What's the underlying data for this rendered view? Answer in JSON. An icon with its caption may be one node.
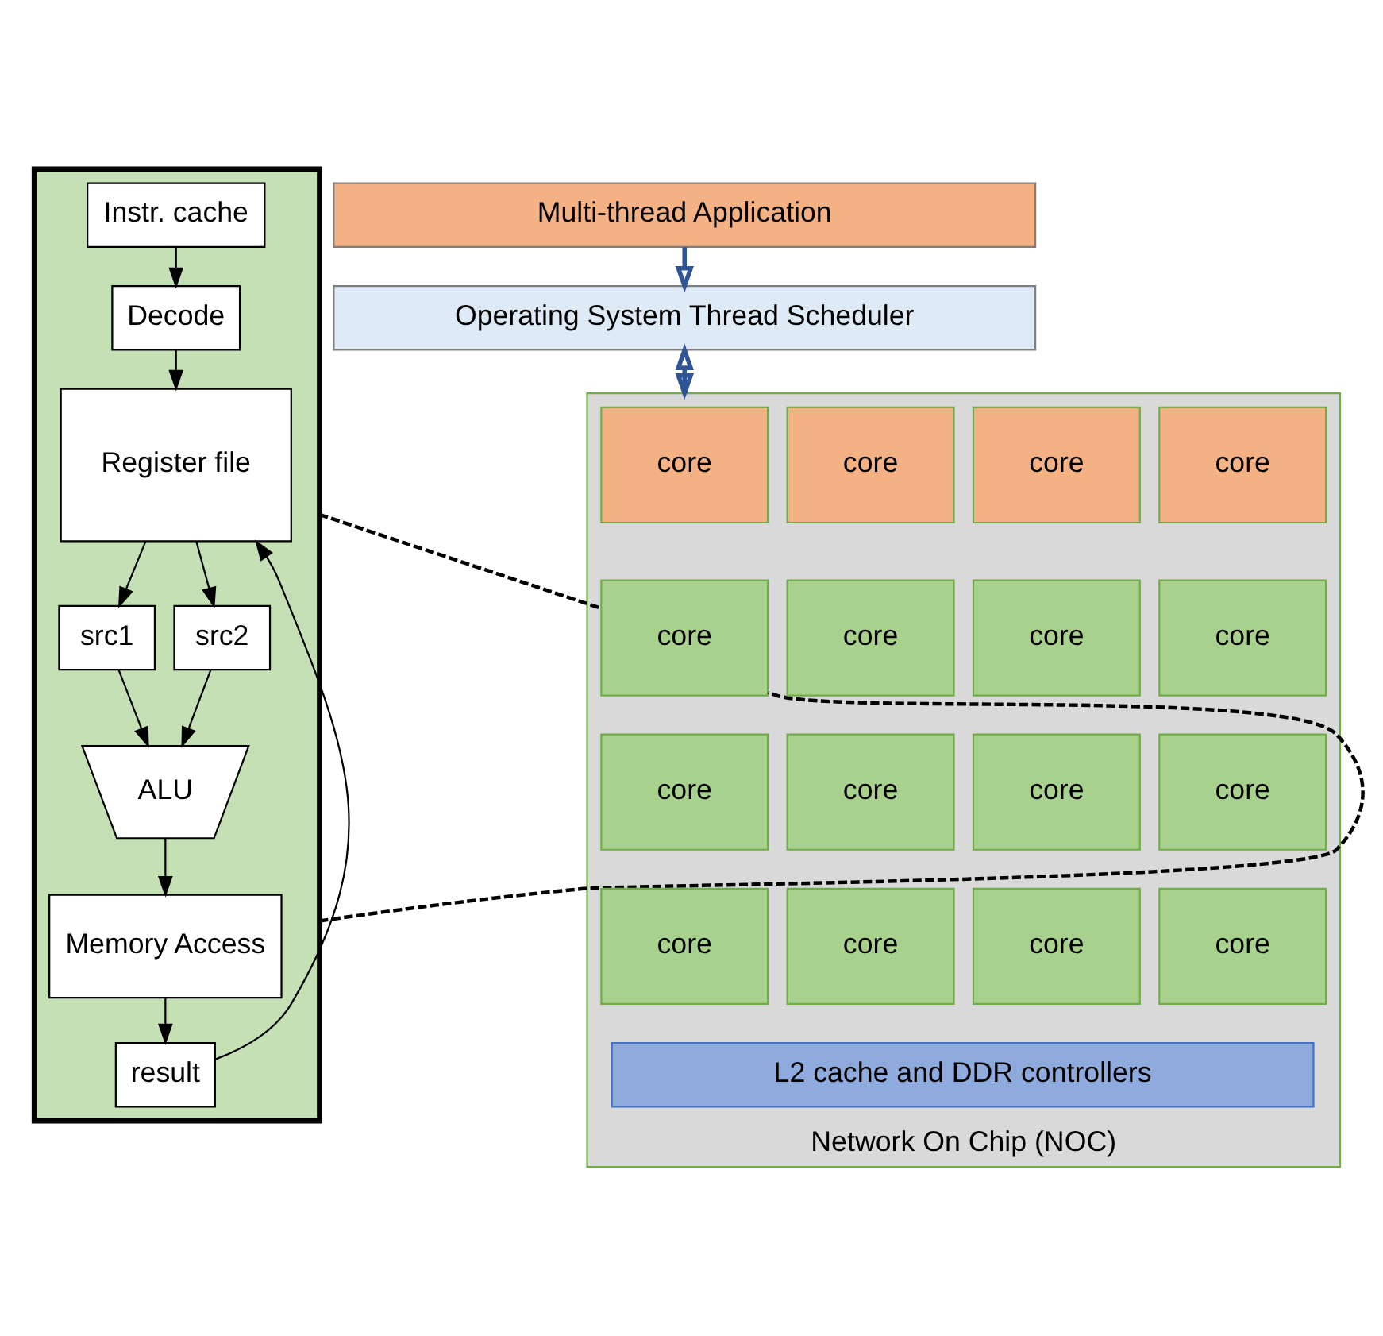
{
  "diagram": {
    "nodes": [
      {
        "text": [
          "Multi-thread Application"
        ]
      },
      {
        "text": [
          "Operating System Thread Scheduler"
        ]
      },
      {
        "text": [
          "Network On Chip (NOC)"
        ]
      },
      {
        "text": [
          "core"
        ],
        "in": 2
      },
      {
        "text": [
          "core"
        ],
        "in": 2
      },
      {
        "text": [
          "core"
        ],
        "in": 2
      },
      {
        "text": [
          "core"
        ],
        "in": 2
      },
      {
        "text": [
          "core"
        ],
        "in": 2
      },
      {
        "text": [
          "core"
        ],
        "in": 2
      },
      {
        "text": [
          "core"
        ],
        "in": 2
      },
      {
        "text": [
          "core"
        ],
        "in": 2
      },
      {
        "text": [
          "core"
        ],
        "in": 2
      },
      {
        "text": [
          "core"
        ],
        "in": 2
      },
      {
        "text": [
          "core"
        ],
        "in": 2
      },
      {
        "text": [
          "core"
        ],
        "in": 2
      },
      {
        "text": [
          "core"
        ],
        "in": 2
      },
      {
        "text": [
          "core"
        ],
        "in": 2
      },
      {
        "text": [
          "core"
        ],
        "in": 2
      },
      {
        "text": [
          "core"
        ],
        "in": 2
      },
      {
        "text": [
          "L2 cache and DDR controllers"
        ],
        "in": 2
      },
      {
        "text": [],
        "shape": "box"
      },
      {
        "text": [
          "Instr. cache"
        ],
        "in": 20
      },
      {
        "text": [
          "Decode"
        ],
        "in": 20
      },
      {
        "text": [
          "Register file"
        ],
        "in": 20
      },
      {
        "text": [
          "src1"
        ],
        "in": 20
      },
      {
        "text": [
          "src2"
        ],
        "in": 20
      },
      {
        "text": [
          "ALU"
        ],
        "in": 20
      },
      {
        "text": [
          "Memory Access"
        ],
        "in": 20
      },
      {
        "text": [
          "result"
        ],
        "in": 20
      }
    ],
    "edges": [
      {
        "from": 0,
        "to": 1,
        "arrow": "to",
        "style": "thick",
        "color": "#2f5597"
      },
      {
        "from": 1,
        "to": 2,
        "arrow": "both",
        "style": "thick",
        "color": "#2f5597"
      },
      {
        "from": 21,
        "to": 22,
        "arrow": "to"
      },
      {
        "from": 22,
        "to": 23,
        "arrow": "to"
      },
      {
        "from": 23,
        "to": 24,
        "arrow": "to"
      },
      {
        "from": 23,
        "to": 25,
        "arrow": "to"
      },
      {
        "from": 24,
        "to": 26,
        "arrow": "to"
      },
      {
        "from": 25,
        "to": 26,
        "arrow": "to"
      },
      {
        "from": 26,
        "to": 27,
        "arrow": "to"
      },
      {
        "from": 27,
        "to": 28,
        "arrow": "to"
      },
      {
        "from": 28,
        "to": 23,
        "arrow": "to"
      },
      {
        "from": 20,
        "to": 7,
        "arrow": "none",
        "style": "dashed"
      },
      {
        "from": 20,
        "to": 7,
        "arrow": "none",
        "style": "dashed"
      }
    ]
  }
}
